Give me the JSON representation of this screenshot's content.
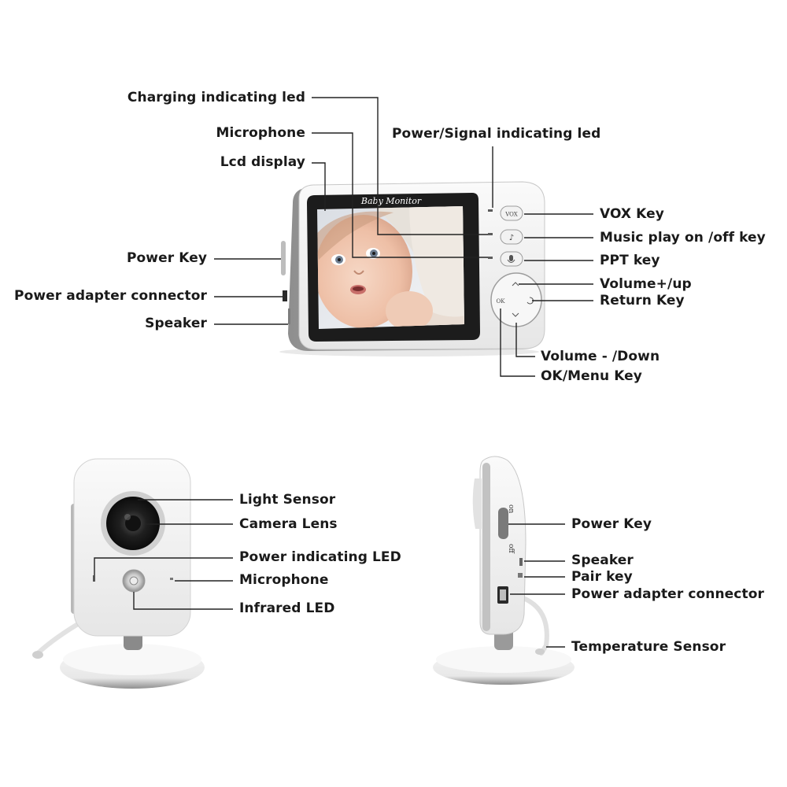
{
  "monitor": {
    "screen_brand": "Baby Monitor",
    "buttons": {
      "vox": "VOX",
      "ok": "OK"
    },
    "labels": {
      "charging_led": "Charging indicating led",
      "microphone": "Microphone",
      "lcd_display": "Lcd display",
      "power_signal_led": "Power/Signal indicating led",
      "vox_key": "VOX Key",
      "music_key": "Music play on /off key",
      "ppt_key": "PPT key",
      "volume_up": "Volume+/up",
      "return_key": "Return Key",
      "volume_down": "Volume - /Down",
      "ok_menu": "OK/Menu Key",
      "power_key": "Power Key",
      "power_adapter": "Power adapter connector",
      "speaker": "Speaker"
    }
  },
  "camera_front": {
    "labels": {
      "light_sensor": "Light Sensor",
      "camera_lens": "Camera Lens",
      "power_led": "Power indicating LED",
      "microphone": "Microphone",
      "infrared_led": "Infrared LED"
    }
  },
  "camera_side": {
    "switch_on": "on",
    "switch_off": "off",
    "labels": {
      "power_key": "Power Key",
      "speaker": "Speaker",
      "pair_key": "Pair key",
      "power_adapter": "Power adapter connector",
      "temperature_sensor": "Temperature Sensor"
    }
  },
  "colors": {
    "device_body": "#f4f4f4",
    "device_edge": "#9a9a9a",
    "screen_frame": "#1c1c1c",
    "leader_line": "#222222"
  }
}
